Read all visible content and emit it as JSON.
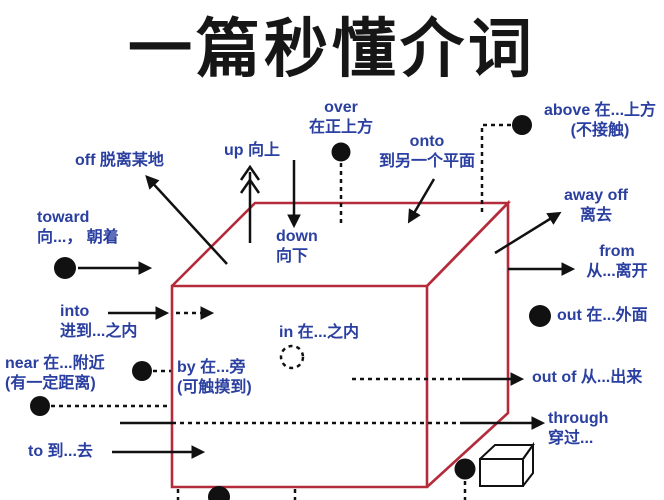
{
  "title": "一篇秒懂介词",
  "colors": {
    "label_blue": "#2a3fa0",
    "cube_red": "#b42b3b",
    "ink_black": "#111111",
    "background": "#ffffff"
  },
  "labels": {
    "over": {
      "en": "over",
      "zh": "在正上方"
    },
    "onto": {
      "en": "onto",
      "zh": "到另一个平面"
    },
    "above": {
      "line1": "above 在...上方",
      "line2": "(不接触)"
    },
    "away_off": {
      "en": "away off",
      "zh": "离去"
    },
    "from": {
      "en": "from",
      "zh": "从...离开"
    },
    "out": {
      "text": "out 在...外面"
    },
    "off": {
      "text": "off 脱离某地"
    },
    "up": {
      "text": "up 向上"
    },
    "down": {
      "en": "down",
      "zh": "向下"
    },
    "toward": {
      "en": "toward",
      "zh": "向...， 朝着"
    },
    "into": {
      "en": "into",
      "zh": "进到...之内"
    },
    "in": {
      "text": "in 在...之内"
    },
    "by": {
      "line1": "by 在...旁",
      "line2": "(可触摸到)"
    },
    "near": {
      "line1": "near 在...附近",
      "line2": "(有一定距离)"
    },
    "to": {
      "text": "to 到...去"
    },
    "out_of": {
      "text": "out of 从...出来"
    },
    "through": {
      "en": "through",
      "zh": "穿过..."
    }
  }
}
